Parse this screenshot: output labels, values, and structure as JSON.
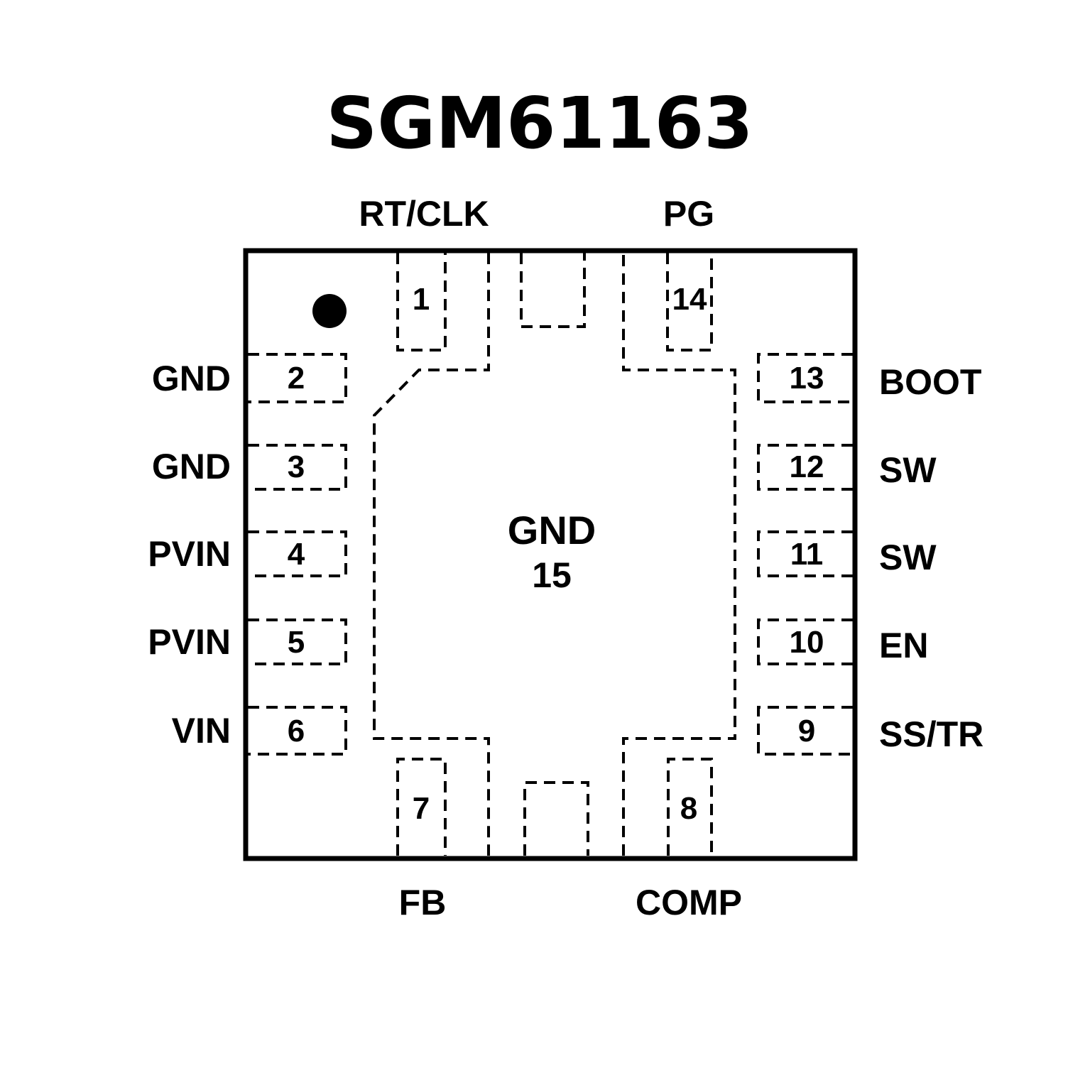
{
  "title": "SGM61163",
  "center_pad": {
    "label": "GND",
    "number": "15"
  },
  "pins": {
    "p1": {
      "number": "1",
      "name": "RT/CLK"
    },
    "p2": {
      "number": "2",
      "name": "GND"
    },
    "p3": {
      "number": "3",
      "name": "GND"
    },
    "p4": {
      "number": "4",
      "name": "PVIN"
    },
    "p5": {
      "number": "5",
      "name": "PVIN"
    },
    "p6": {
      "number": "6",
      "name": "VIN"
    },
    "p7": {
      "number": "7",
      "name": "FB"
    },
    "p8": {
      "number": "8",
      "name": "COMP"
    },
    "p9": {
      "number": "9",
      "name": "SS/TR"
    },
    "p10": {
      "number": "10",
      "name": "EN"
    },
    "p11": {
      "number": "11",
      "name": "SW"
    },
    "p12": {
      "number": "12",
      "name": "SW"
    },
    "p13": {
      "number": "13",
      "name": "BOOT"
    },
    "p14": {
      "number": "14",
      "name": "PG"
    }
  }
}
